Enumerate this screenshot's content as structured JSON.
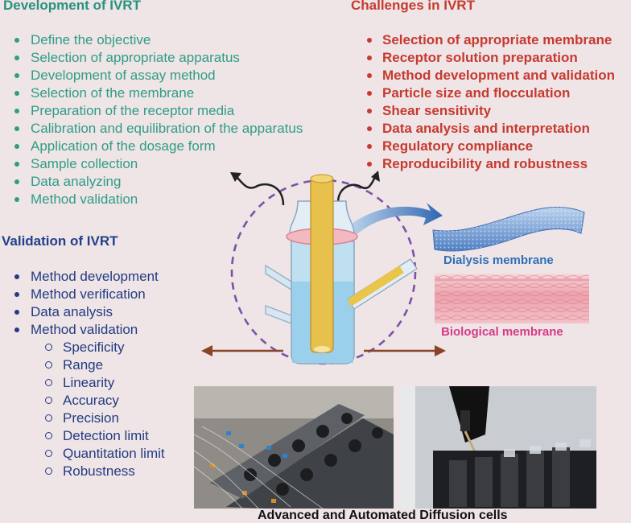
{
  "development": {
    "title": "Development of IVRT",
    "items": [
      "Define the objective",
      "Selection of appropriate apparatus",
      "Development of assay method",
      "Selection of the membrane",
      "Preparation of the receptor media",
      "Calibration and equilibration of the apparatus",
      "Application of the dosage form",
      "Sample collection",
      "Data analyzing",
      "Method validation"
    ]
  },
  "challenges": {
    "title": "Challenges in IVRT",
    "items": [
      "Selection of appropriate membrane",
      "Receptor solution preparation",
      "Method development and validation",
      "Particle size and flocculation",
      "Shear sensitivity",
      "Data analysis and interpretation",
      "Regulatory compliance",
      "Reproducibility and robustness"
    ]
  },
  "validation": {
    "title": "Validation of IVRT",
    "items": [
      "Method development",
      "Method verification",
      "Data analysis",
      "Method validation"
    ],
    "sub_items": [
      "Specificity",
      "Range",
      "Linearity",
      "Accuracy",
      "Precision",
      "Detection limit",
      "Quantitation limit",
      "Robustness"
    ]
  },
  "membranes": {
    "dialysis_label": "Dialysis membrane",
    "biological_label": "Biological membrane"
  },
  "bottom_caption": "Advanced and Automated Diffusion cells",
  "colors": {
    "background": "#efe4e6",
    "development": "#2f9d86",
    "challenges": "#c63a30",
    "validation": "#223c82",
    "dialysis": "#2d6fb8",
    "biological": "#d63b86",
    "arrow_brown": "#8a4326"
  }
}
